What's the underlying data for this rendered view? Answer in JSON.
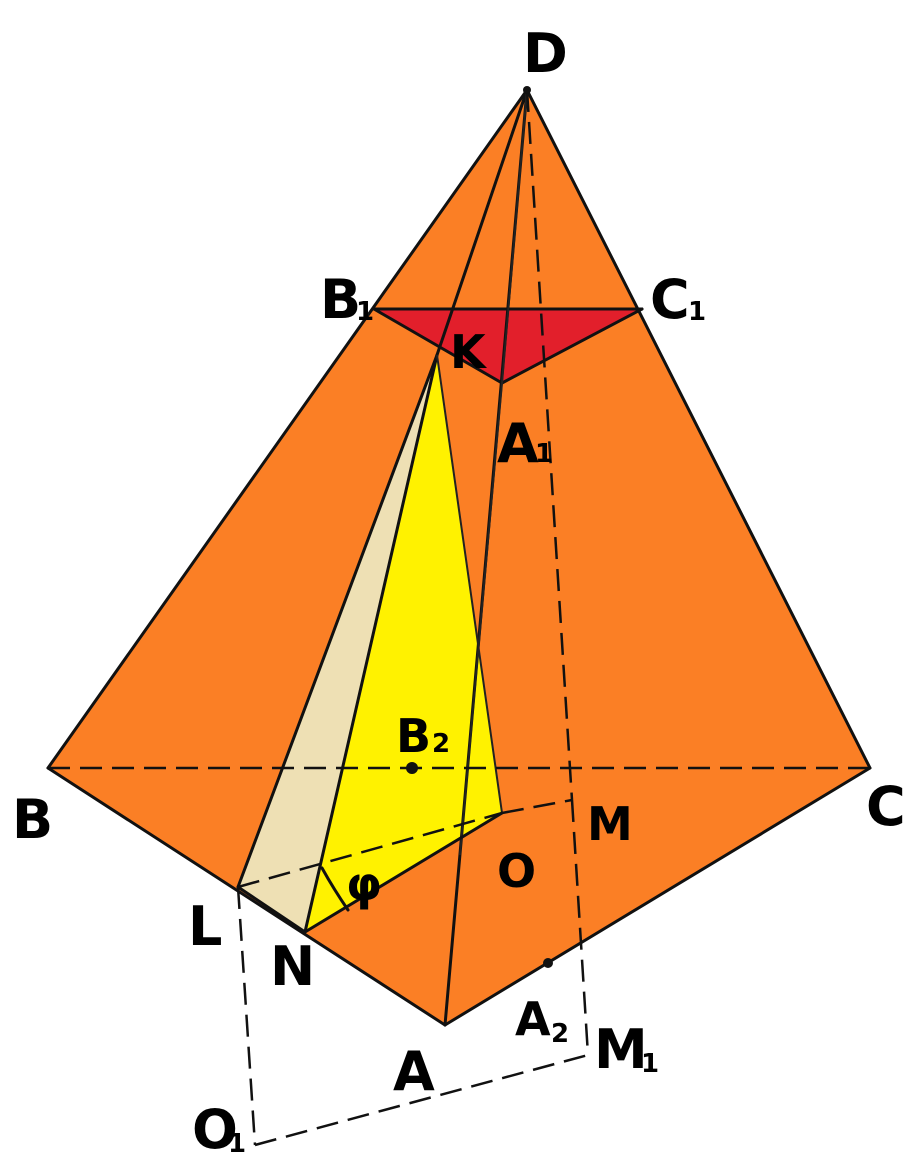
{
  "colors": {
    "pyramid_face": "#fb7f25",
    "top_section": "#e21f2b",
    "yellow_section": "#fff200",
    "beige_section": "#eee0b4",
    "ink": "#111111",
    "background": "#ffffff"
  },
  "labels": {
    "D": "D",
    "B1": "B",
    "B1_sub": "1",
    "C1": "C",
    "C1_sub": "1",
    "K": "K",
    "A1": "A",
    "A1_sub": "1",
    "B2": "B",
    "B2_sub": "2",
    "B": "B",
    "C": "C",
    "M": "M",
    "O": "O",
    "phi": "φ",
    "L": "L",
    "N": "N",
    "A": "A",
    "A2": "A",
    "A2_sub": "2",
    "M1": "M",
    "M1_sub": "1",
    "O1": "O",
    "O1_sub": "1"
  }
}
